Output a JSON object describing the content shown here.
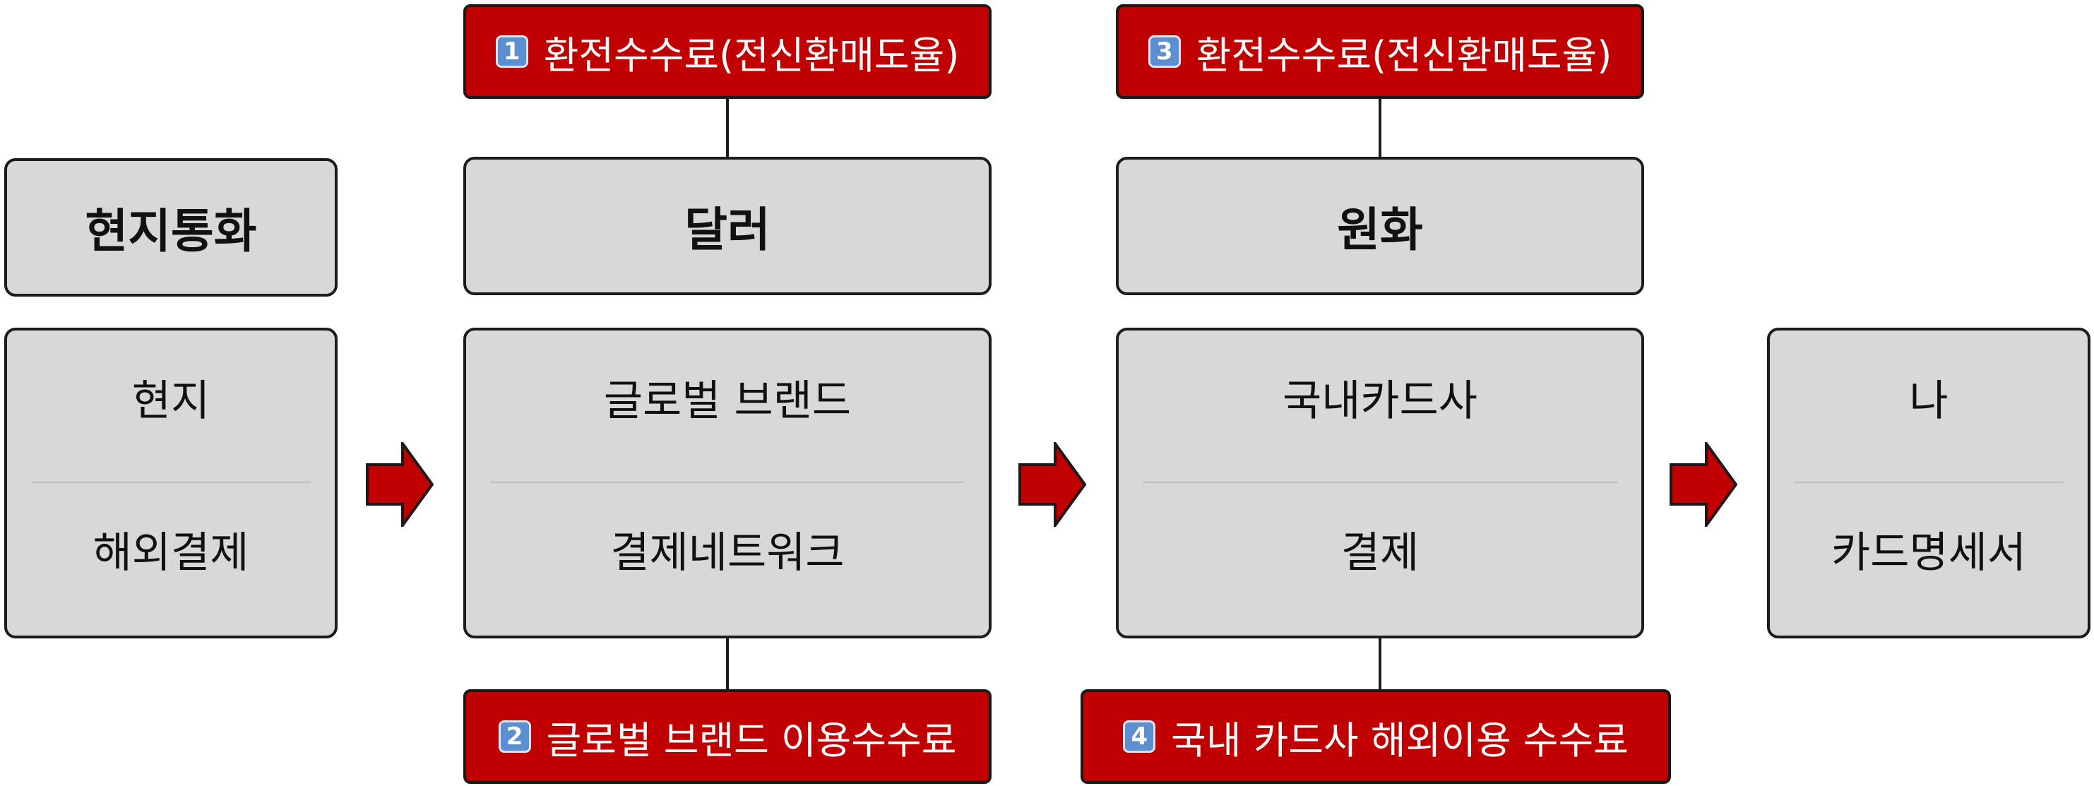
{
  "headers": {
    "local_currency": "현지통화",
    "dollar": "달러",
    "won": "원화"
  },
  "flow": {
    "local": {
      "top": "현지",
      "bottom": "해외결제"
    },
    "brand": {
      "top": "글로벌 브랜드",
      "bottom": "결제네트워크"
    },
    "domestic": {
      "top": "국내카드사",
      "bottom": "결제"
    },
    "me": {
      "top": "나",
      "bottom": "카드명세서"
    }
  },
  "fees": [
    {
      "number": "1",
      "label": "환전수수료(전신환매도율)"
    },
    {
      "number": "2",
      "label": "글로벌 브랜드 이용수수료"
    },
    {
      "number": "3",
      "label": "환전수수료(전신환매도율)"
    },
    {
      "number": "4",
      "label": "국내 카드사 해외이용 수수료"
    }
  ],
  "colors": {
    "fee_box": "#c00000",
    "box_fill": "#d8d8d8",
    "arrow": "#c00000",
    "badge": "#5b8fd0"
  }
}
